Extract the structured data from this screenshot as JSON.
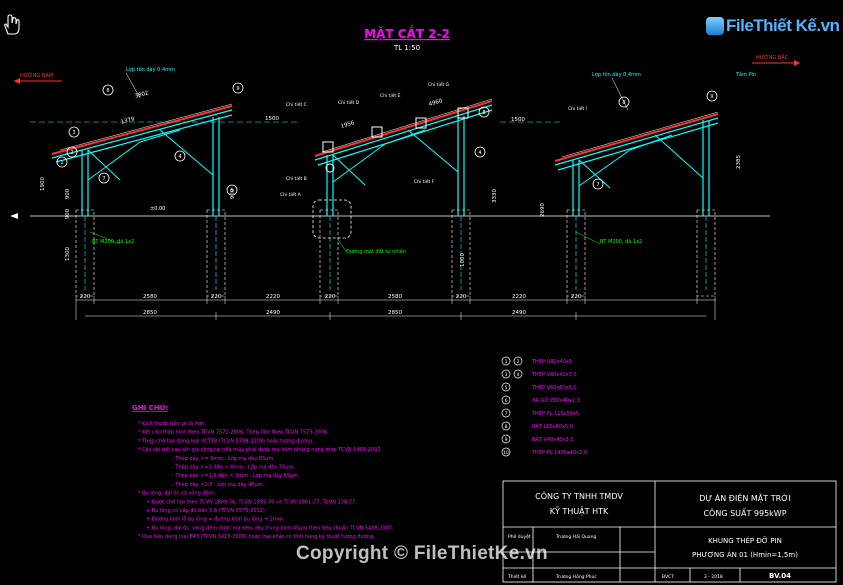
{
  "title": "MẶT CẮT 2-2",
  "scale": "TL 1:50",
  "direction_south": "HƯỚNG NAM",
  "direction_north": "HƯỚNG BẮC",
  "label_roof_left": "Lợp tôn dày 0,4mm",
  "label_roof_right": "Lợp tôn dày 0,4mm",
  "label_pv": "Tấm Pin",
  "label_detail_c": "Chi tiết C",
  "label_detail_d": "Chi tiết D",
  "label_detail_e": "Chi tiết E",
  "label_detail_b": "Chi tiết B",
  "label_detail_a": "Chi tiết A",
  "label_detail_g": "Chi tiết G",
  "label_detail_f": "Chi tiết F",
  "label_detail_i": "Chi tiết I",
  "label_ground": "Đường mặt đất tự nhiên",
  "label_concrete_left": "BT M200, đá 1x2",
  "label_concrete_right": "BT M200, đá 1x2",
  "level_mark": "±0.00",
  "dims": {
    "d3802": "3802",
    "d1379": "1379",
    "d1900": "1900",
    "d900a": "900",
    "d900b": "900",
    "d900c": "900",
    "d1300": "1300",
    "d220a": "220",
    "d220b": "220",
    "d220c": "220",
    "d220d": "220",
    "d220e": "220",
    "d2580a": "2580",
    "d2220": "2220",
    "d2580b": "2580",
    "d2220b": "2220",
    "d2850a": "2850",
    "d2490a": "2490",
    "d2850b": "2850",
    "d2490b": "2490",
    "d1500a": "1500",
    "d1500b": "1500",
    "d3330": "3330",
    "d2690": "2690",
    "d2385": "2385",
    "d1956": "1956",
    "d4960": "4960",
    "d1000": "1000"
  },
  "legend": [
    {
      "nums": [
        "1",
        "2"
      ],
      "text": "THÉP U80x40x5"
    },
    {
      "nums": [
        "3",
        "4"
      ],
      "text": "THÉP V40x40x3,0"
    },
    {
      "nums": [
        "5"
      ],
      "text": "THÉP V60x60x6,0"
    },
    {
      "nums": [
        "6"
      ],
      "text": "XÀ GỒ Z80x40x2,3"
    },
    {
      "nums": [
        "7"
      ],
      "text": "THÉP PL-115x50x5"
    },
    {
      "nums": [
        "8"
      ],
      "text": "BẢT L60x60x5,0"
    },
    {
      "nums": [
        "9"
      ],
      "text": "BẢT V40x40x3,0"
    },
    {
      "nums": [
        "10"
      ],
      "text": "THÉP PL-1400x40x3,0"
    }
  ],
  "notes": {
    "heading": "GHI CHÚ:",
    "lines": [
      "* Kích thước bản vẽ là mm.",
      "* Kết cấu thép hình theo TCVN 7571-2006; Thép tấm theo TCVN 7573-2006.",
      "* Thép chế tạo dùng loại XCT38 (TCVN 5709-2009) hoặc tương đương.",
      "* Các chi tiết sau khi gia công tại nhà máy phải được mạ kẽm nhúng nóng theo TCVN 5408:2007.",
      "- Thép dày >= 6mm       : Lớp mạ dày 85µm.",
      "- Thép dày >=3 đến < 6mm   : Lớp mạ dày 70µm.",
      "- Thép dày >=1,5 đến < 3mm : Lớp mạ dày 55µm.",
      "- Thép dày <1,5          : Lớp mạ dày 45µm.",
      "* Bu lông, đai ốc và vòng đệm:",
      "+ Được chế tạo theo TCVN 1889-76, TCVN 1897-76 và TCVN 2061-77, TCVN 130-77.",
      "+ Bu lông có cấp độ bền 5,6 (TCVN 5575-2012)",
      "+ Đường kính lỗ bu lông = đường kính bu lông + 2mm.",
      "+ Bu lông, đai ốc, vòng đệm được mạ kẽm dày trung bình 45µm theo tiêu chuẩn TCVN 5408:2007.",
      "* Que hàn dùng loại E43 (TCVN 3223-2000) hoặc loại khác có tính năng kỹ thuật tương đương."
    ]
  },
  "titleblock": {
    "company_1": "CÔNG TY TNHH TMDV",
    "company_2": "KỸ THUẬT HTK",
    "project_1": "DỰ ÁN ĐIỆN MẶT TRỜI",
    "project_2": "CÔNG SUẤT 995kWP",
    "row1_label": "Phê duyệt",
    "row1_name": "Trương Hải Quang",
    "row2_label": "Thiết kế",
    "row2_name": "Trương Hồng Phúc",
    "drawing_1": "KHUNG THÉP ĐỠ PIN",
    "drawing_2": "PHƯƠNG ÁN 01 (Hmin=1,5m)",
    "code": "BVCT",
    "date": "3 - 2018",
    "sheet": "BV.04"
  },
  "logo_text": "FileThiết Kế.vn",
  "watermark": "Copyright © FileThietKe.vn",
  "colors": {
    "title": "#ff00ff",
    "steel": "#00ffff",
    "dim": "#ffffff",
    "roof": "#ff3030",
    "note": "#ff00ff",
    "leader": "#ffff00",
    "green": "#00ff00"
  }
}
